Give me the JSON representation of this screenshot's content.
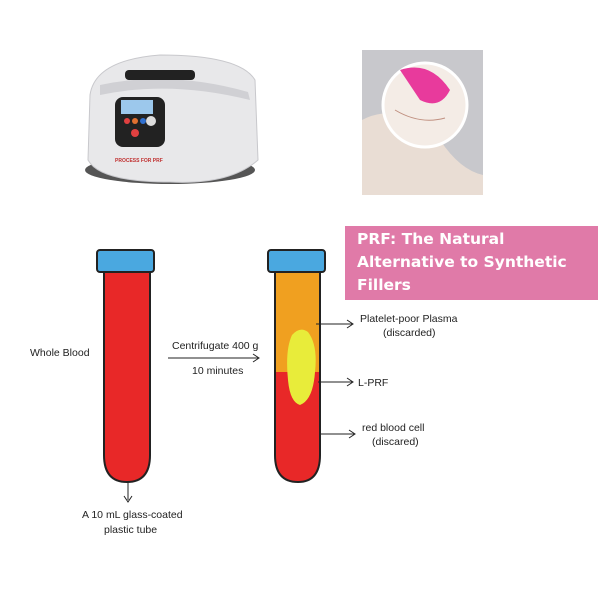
{
  "banner": {
    "title": "PRF: The Natural Alternative to Synthetic Fillers",
    "color": "#e07aa8"
  },
  "images": {
    "centrifuge": {
      "brand_text": "PROCESS FOR PRF"
    },
    "face_photo": "face-treatment-photo"
  },
  "diagram": {
    "left_tube_label": "Whole  Blood",
    "process_line1": "Centrifugate 400 g",
    "process_line2": "10 minutes",
    "tube_caption_line1": "A 10 mL glass-coated",
    "tube_caption_line2": "plastic tube",
    "layers": [
      {
        "line1": "Platelet-poor Plasma",
        "line2": "(discarded)",
        "color": "#f0a020"
      },
      {
        "line1": "L-PRF",
        "line2": "",
        "color": "#e8ec3a"
      },
      {
        "line1": "red blood cell",
        "line2": "(discared)",
        "color": "#e82828"
      }
    ],
    "cap_color": "#4aa8e0"
  }
}
